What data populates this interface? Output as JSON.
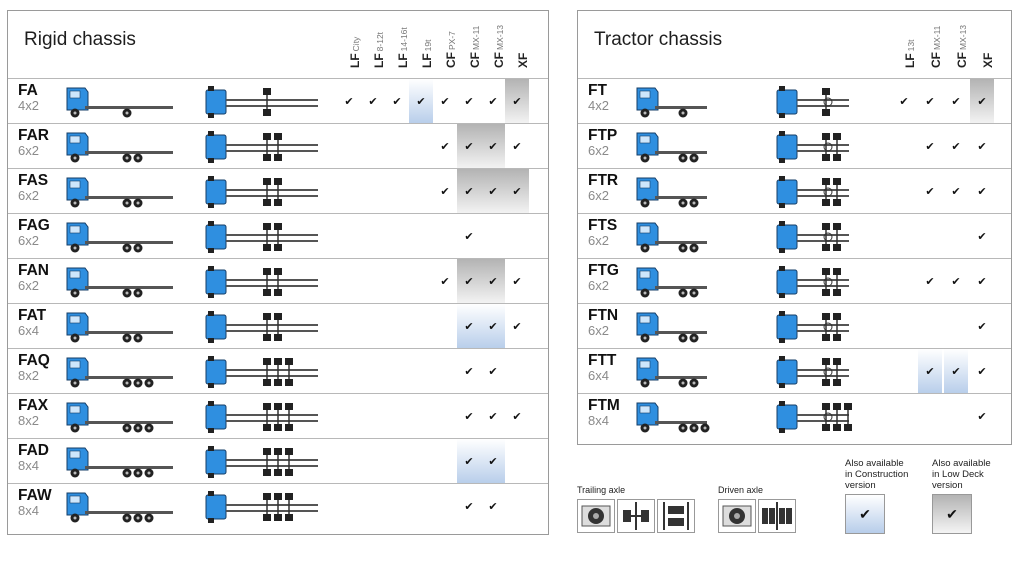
{
  "rigid": {
    "title": "Rigid chassis",
    "columns": [
      {
        "model": "LF",
        "variant": "City"
      },
      {
        "model": "LF",
        "variant": "8-12t"
      },
      {
        "model": "LF",
        "variant": "14-16t"
      },
      {
        "model": "LF",
        "variant": "19t"
      },
      {
        "model": "CF",
        "variant": "PX-7"
      },
      {
        "model": "CF",
        "variant": "MX-11"
      },
      {
        "model": "CF",
        "variant": "MX-13"
      },
      {
        "model": "XF",
        "variant": ""
      }
    ],
    "rows": [
      {
        "code": "FA",
        "config": "4x2",
        "cells": [
          "c",
          "c",
          "c",
          "cb",
          "c",
          "c",
          "c",
          "cg"
        ]
      },
      {
        "code": "FAR",
        "config": "6x2",
        "cells": [
          "",
          "",
          "",
          "",
          "c",
          "cg",
          "cg",
          "c"
        ]
      },
      {
        "code": "FAS",
        "config": "6x2",
        "cells": [
          "",
          "",
          "",
          "",
          "c",
          "cg",
          "cg",
          "cg"
        ]
      },
      {
        "code": "FAG",
        "config": "6x2",
        "cells": [
          "",
          "",
          "",
          "",
          "",
          "c",
          "",
          ""
        ]
      },
      {
        "code": "FAN",
        "config": "6x2",
        "cells": [
          "",
          "",
          "",
          "",
          "c",
          "cg",
          "cg",
          "c"
        ]
      },
      {
        "code": "FAT",
        "config": "6x4",
        "cells": [
          "",
          "",
          "",
          "",
          "",
          "cb",
          "cb",
          "c"
        ]
      },
      {
        "code": "FAQ",
        "config": "8x2",
        "cells": [
          "",
          "",
          "",
          "",
          "",
          "c",
          "c",
          ""
        ]
      },
      {
        "code": "FAX",
        "config": "8x2",
        "cells": [
          "",
          "",
          "",
          "",
          "",
          "c",
          "c",
          "c"
        ]
      },
      {
        "code": "FAD",
        "config": "8x4",
        "cells": [
          "",
          "",
          "",
          "",
          "",
          "cb",
          "cb",
          ""
        ]
      },
      {
        "code": "FAW",
        "config": "8x4",
        "cells": [
          "",
          "",
          "",
          "",
          "",
          "c",
          "c",
          ""
        ]
      }
    ]
  },
  "tractor": {
    "title": "Tractor chassis",
    "columns": [
      {
        "model": "LF",
        "variant": "13t"
      },
      {
        "model": "CF",
        "variant": "MX-11"
      },
      {
        "model": "CF",
        "variant": "MX-13"
      },
      {
        "model": "XF",
        "variant": ""
      }
    ],
    "rows": [
      {
        "code": "FT",
        "config": "4x2",
        "cells": [
          "c",
          "c",
          "c",
          "cg"
        ]
      },
      {
        "code": "FTP",
        "config": "6x2",
        "cells": [
          "",
          "c",
          "c",
          "c"
        ]
      },
      {
        "code": "FTR",
        "config": "6x2",
        "cells": [
          "",
          "c",
          "c",
          "c"
        ]
      },
      {
        "code": "FTS",
        "config": "6x2",
        "cells": [
          "",
          "",
          "",
          "c"
        ]
      },
      {
        "code": "FTG",
        "config": "6x2",
        "cells": [
          "",
          "c",
          "c",
          "c"
        ]
      },
      {
        "code": "FTN",
        "config": "6x2",
        "cells": [
          "",
          "",
          "",
          "c"
        ]
      },
      {
        "code": "FTT",
        "config": "6x4",
        "cells": [
          "",
          "cb",
          "cb",
          "c"
        ]
      },
      {
        "code": "FTM",
        "config": "8x4",
        "cells": [
          "",
          "",
          "",
          "c"
        ]
      }
    ]
  },
  "legend": {
    "trailing_axle": "Trailing axle",
    "driven_axle": "Driven axle",
    "construction": [
      "Also available",
      "in Construction",
      "version"
    ],
    "lowdeck": [
      "Also available",
      "in Low Deck",
      "version"
    ],
    "check": "✔"
  },
  "colors": {
    "cab": "#2f8fe0",
    "grey": "#b3b3b3",
    "blue": "#b7cdea",
    "border": "#9a9a9a"
  }
}
